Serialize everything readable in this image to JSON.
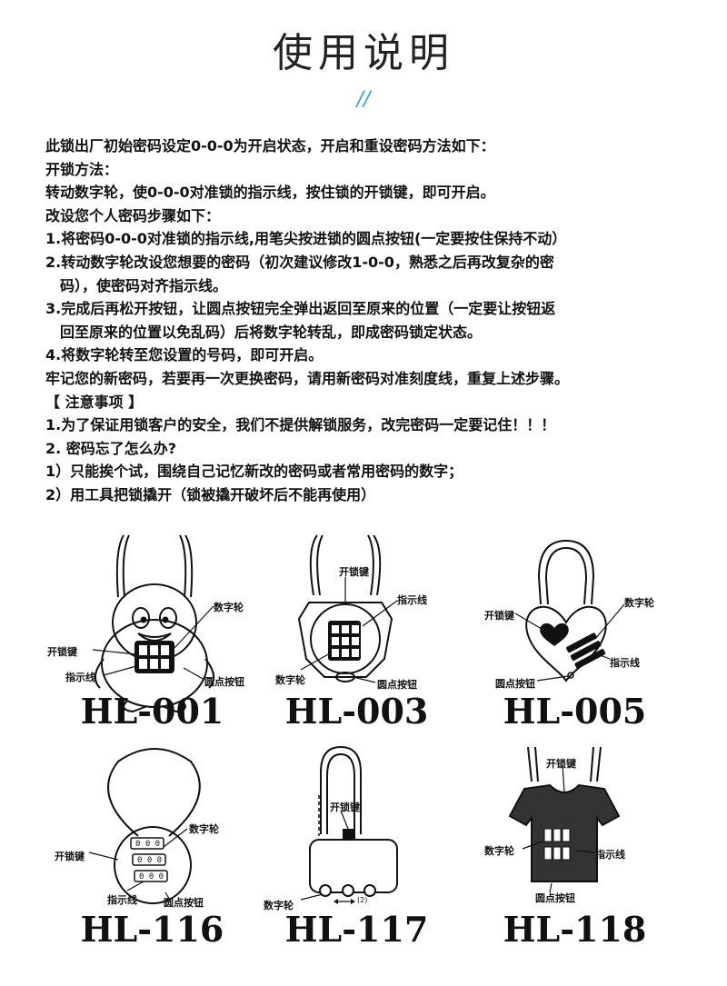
{
  "page_title": "使用说明",
  "title_mark": "//",
  "instructions": [
    "此锁出厂初始密码设定0-0-0为开启状态，开启和重设密码方法如下：",
    "开锁方法：",
    "转动数字轮，使0-0-0对准锁的指示线，按住锁的开锁键，即可开启。",
    "改设您个人密码步骤如下：",
    "1.将密码0-0-0对准锁的指示线,用笔尖按进锁的圆点按钮(一定要按住保持不动）",
    "2.转动数字轮改设您想要的密码（初次建议修改1-0-0，熟悉之后再改复杂的密",
    "码），使密码对齐指示线。",
    "3.完成后再松开按钮，让圆点按钮完全弹出返回至原来的位置（一定要让按钮返",
    "回至原来的位置以免乱码）后将数字轮转乱，即成密码锁定状态。",
    "4.将数字轮转至您设置的号码，即可开启。",
    "牢记您的新密码，若要再一次更换密码，请用新密码对准刻度线，重复上述步骤。",
    "【 注意事项 】",
    "1.为了保证用锁客户的安全，我们不提供解锁服务，改完密码一定要记住！！！",
    "2. 密码忘了怎么办?",
    "1）只能挨个试，围绕自己记忆新改的密码或者常用密码的数字；",
    "2）用工具把锁撬开（锁被撬开破坏后不能再使用）"
  ],
  "parts": {
    "unlock_key": "开锁键",
    "dial": "数字轮",
    "indicator": "指示线",
    "dot_button": "圆点按钮"
  },
  "hl117_arrow_note": "(2)",
  "models": [
    "HL-001",
    "HL-003",
    "HL-005",
    "HL-116",
    "HL-117",
    "HL-118"
  ]
}
